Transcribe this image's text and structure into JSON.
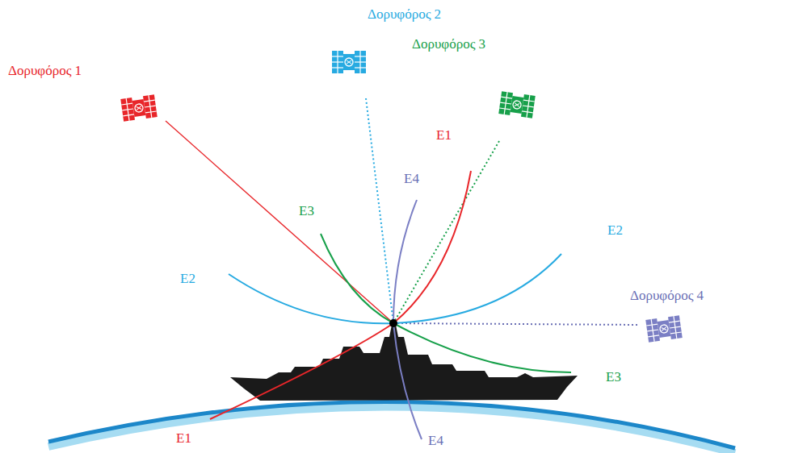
{
  "diagram": {
    "labels": [
      "Δορυφόρος 2",
      "Δορυφόρος 3",
      "Δορυφόρος 1",
      "E1",
      "E4",
      "E3",
      "E2",
      "Δορυφόρος 4",
      "E2",
      "E3",
      "E1",
      "E4"
    ]
  }
}
